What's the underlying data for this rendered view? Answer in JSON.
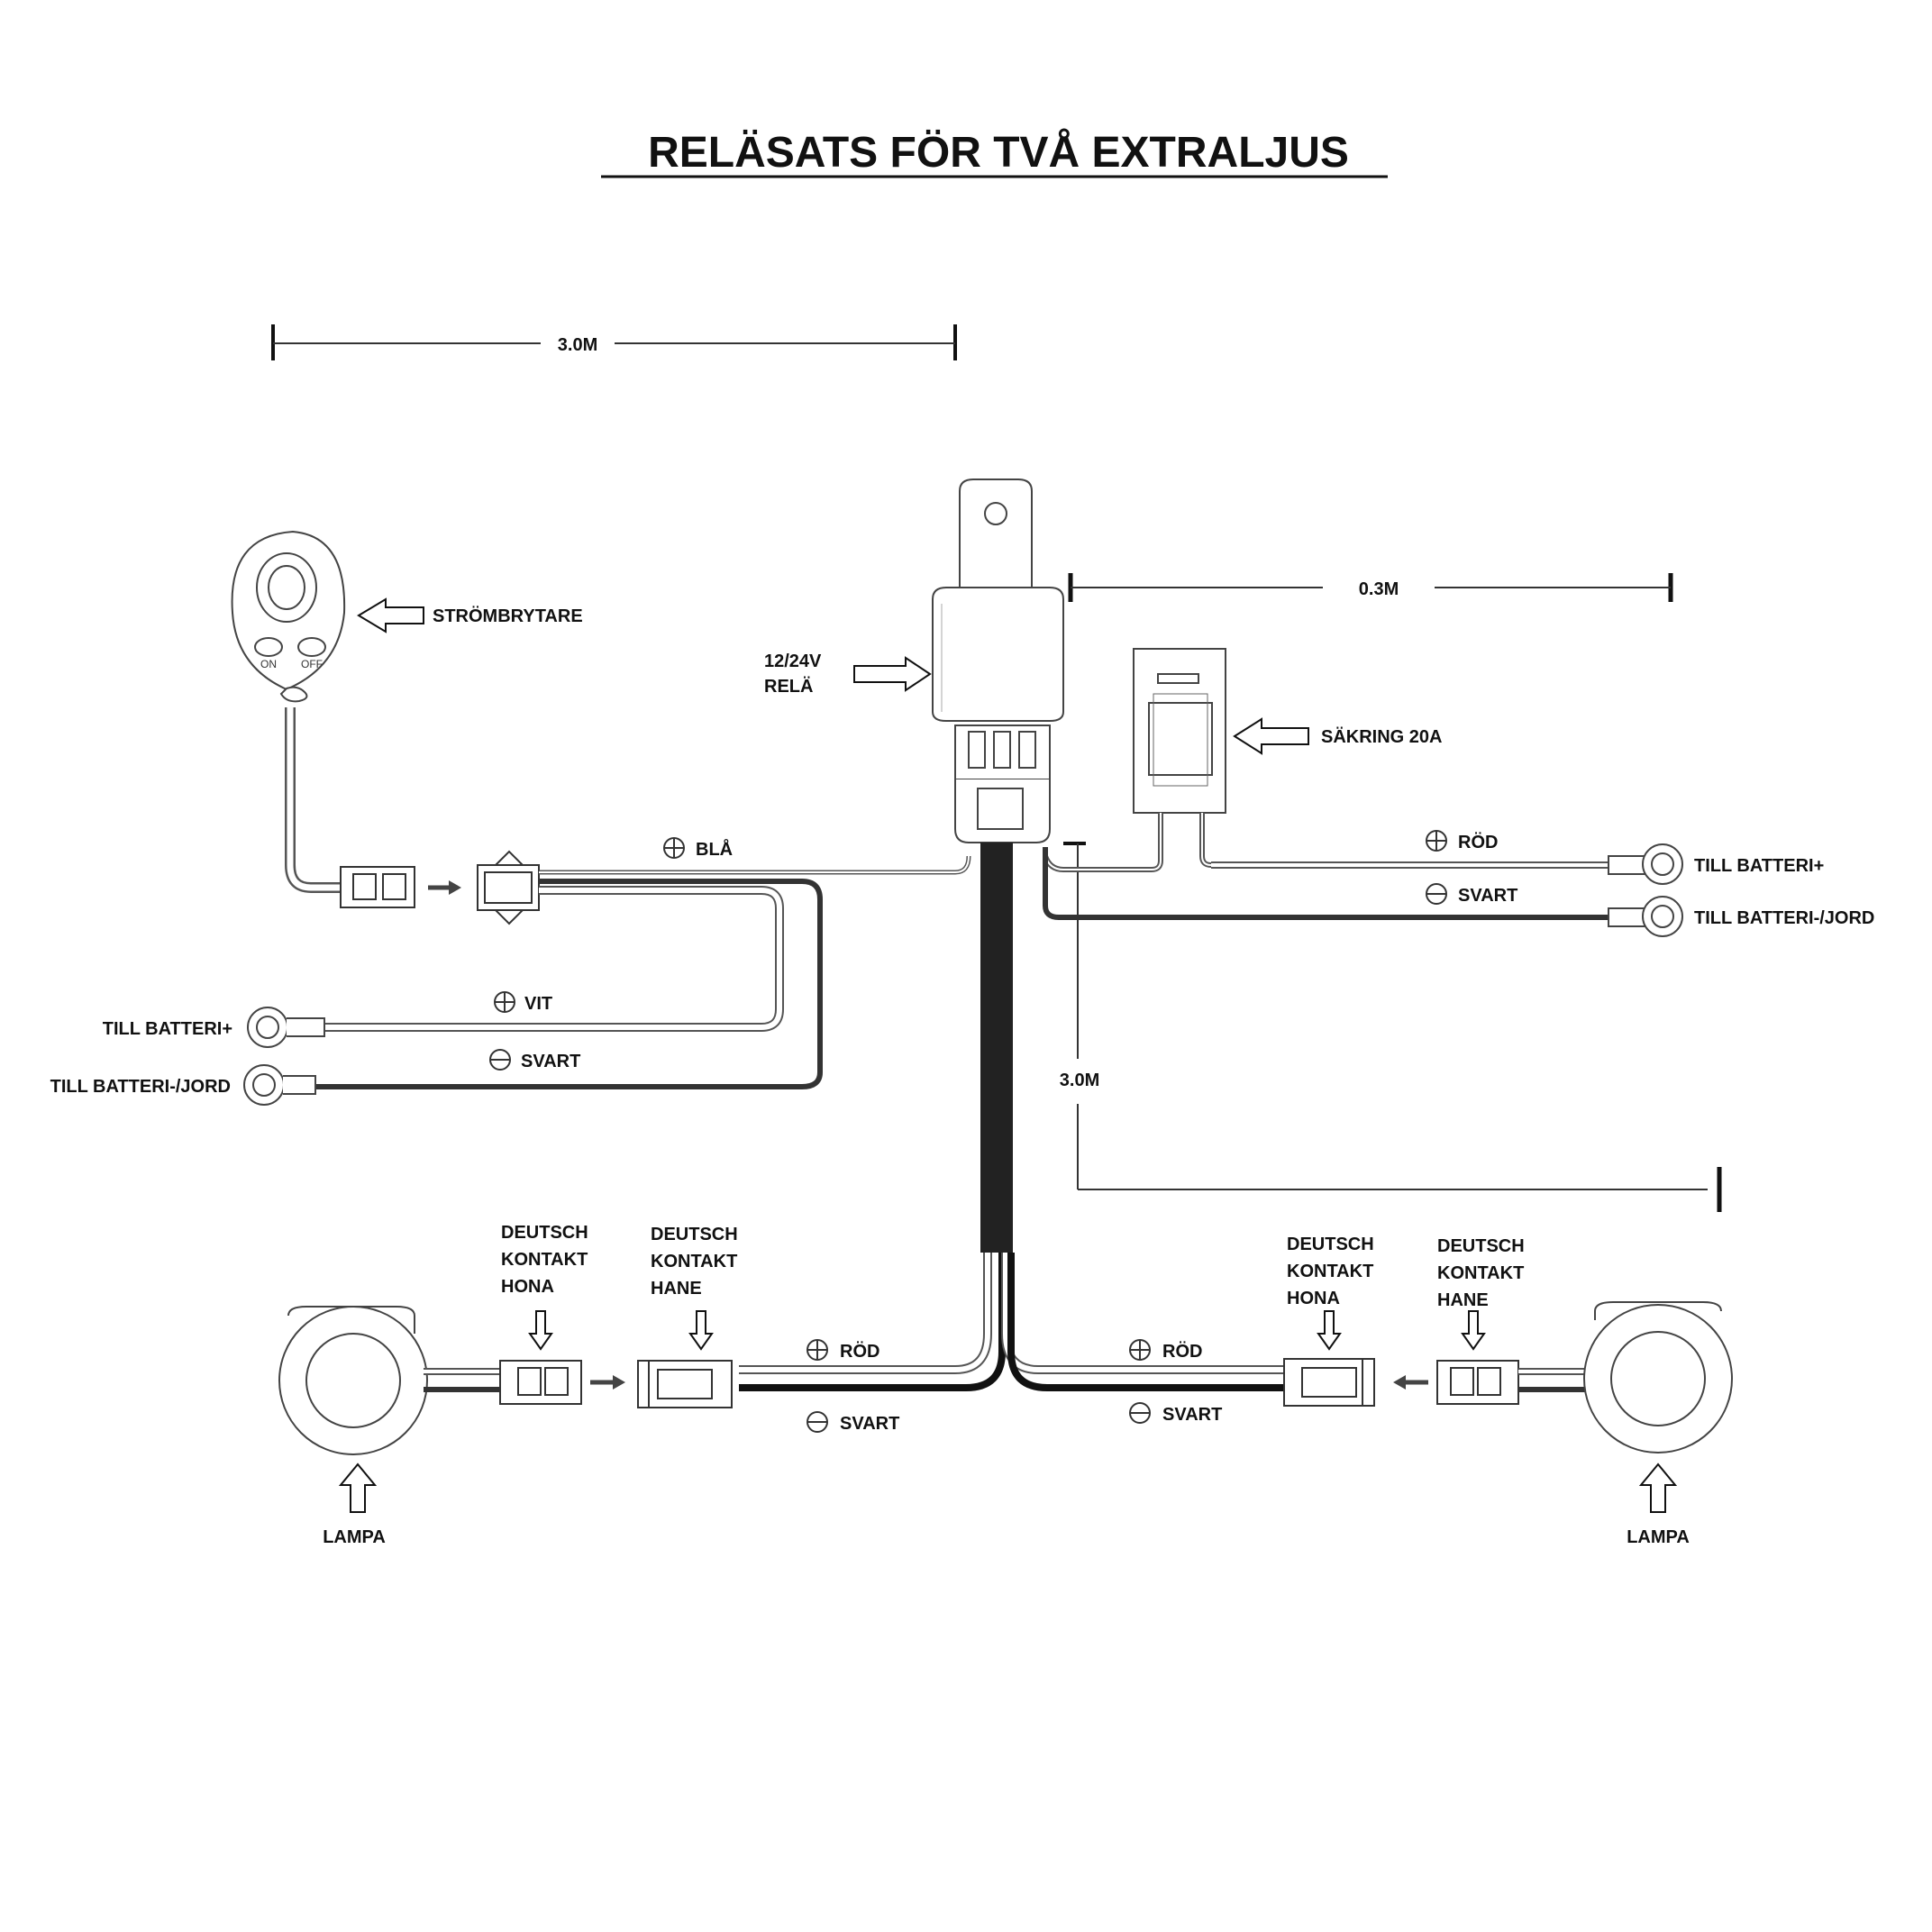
{
  "title": "RELÄSATS FÖR TVÅ EXTRALJUS",
  "dimensions": {
    "top_length": "3.0M",
    "relay_fuse_length": "0.3M",
    "trunk_length": "3.0M"
  },
  "components": {
    "switch": {
      "label": "STRÖMBRYTARE",
      "on_text": "ON",
      "off_text": "OFF"
    },
    "relay": {
      "label_line1": "12/24V",
      "label_line2": "RELÄ"
    },
    "fuse": {
      "label": "SÄKRING 20A"
    },
    "lamp_left": {
      "label": "LAMPA"
    },
    "lamp_right": {
      "label": "LAMPA"
    }
  },
  "wires": {
    "bla": "BLÅ",
    "vit": "VIT",
    "svart_left": "SVART",
    "rod_right": "RÖD",
    "svart_right": "SVART",
    "rod_bottom_left": "RÖD",
    "svart_bottom_left": "SVART",
    "rod_bottom_right": "RÖD",
    "svart_bottom_right": "SVART"
  },
  "terminals": {
    "left_plus": "TILL BATTERI+",
    "left_minus": "TILL BATTERI-/JORD",
    "right_plus": "TILL BATTERI+",
    "right_minus": "TILL BATTERI-/JORD"
  },
  "connectors": {
    "left_hona": [
      "DEUTSCH",
      "KONTAKT",
      "HONA"
    ],
    "left_hane": [
      "DEUTSCH",
      "KONTAKT",
      "HANE"
    ],
    "right_hona": [
      "DEUTSCH",
      "KONTAKT",
      "HONA"
    ],
    "right_hane": [
      "DEUTSCH",
      "KONTAKT",
      "HANE"
    ]
  }
}
